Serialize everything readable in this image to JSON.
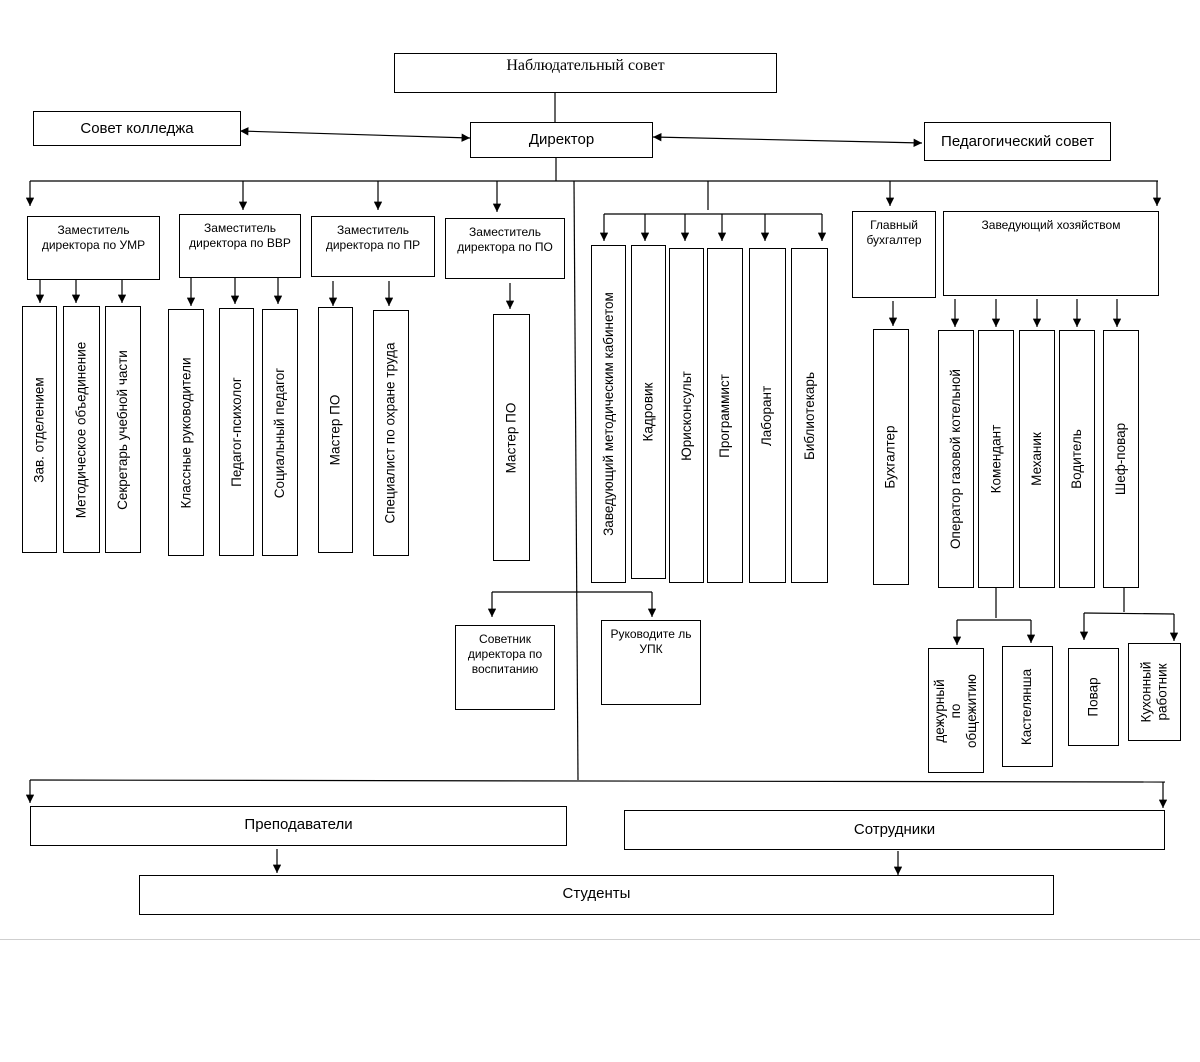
{
  "top": {
    "supervisory_board": "Наблюдательный совет",
    "college_council": "Совет колледжа",
    "director": "Директор",
    "pedagogical_council": "Педагогический совет"
  },
  "deputies": {
    "umr": "Заместитель директора по УМР",
    "vvr": "Заместитель директора по ВВР",
    "pr": "Заместитель директора по ПР",
    "po": "Заместитель директора по ПО",
    "chief_accountant": "Главный бухгалтер",
    "housekeeping_head": "Заведующий хозяйством"
  },
  "staff": {
    "umr": [
      "Зав. отделением",
      "Методическое объединение",
      "Секретарь учебной части"
    ],
    "vvr": [
      "Классные руководители",
      "Педагог-психолог",
      "Социальный педагог"
    ],
    "pr": [
      "Мастер ПО",
      "Специалист по охране труда"
    ],
    "po": [
      "Мастер ПО"
    ],
    "director_direct": [
      "Заведующий методическим кабинетом",
      "Кадровик",
      "Юрисконсульт",
      "Программист",
      "Лаборант",
      "Библиотекарь"
    ],
    "accounting": [
      "Бухгалтер"
    ],
    "housekeeping": [
      "Оператор газовой котельной",
      "Комендант",
      "Механик",
      "Водитель",
      "Шеф-повар"
    ],
    "commandant": [
      "дежурный по\nобщежитию",
      "Кастелянша"
    ],
    "chef": [
      "Повар",
      "Кухонный\nработник"
    ]
  },
  "lower": {
    "education_advisor": "Советник директора по воспитанию",
    "upk_head": "Руководите ль УПК"
  },
  "bottom": {
    "teachers": "Преподаватели",
    "employees": "Сотрудники",
    "students": "Студенты"
  }
}
